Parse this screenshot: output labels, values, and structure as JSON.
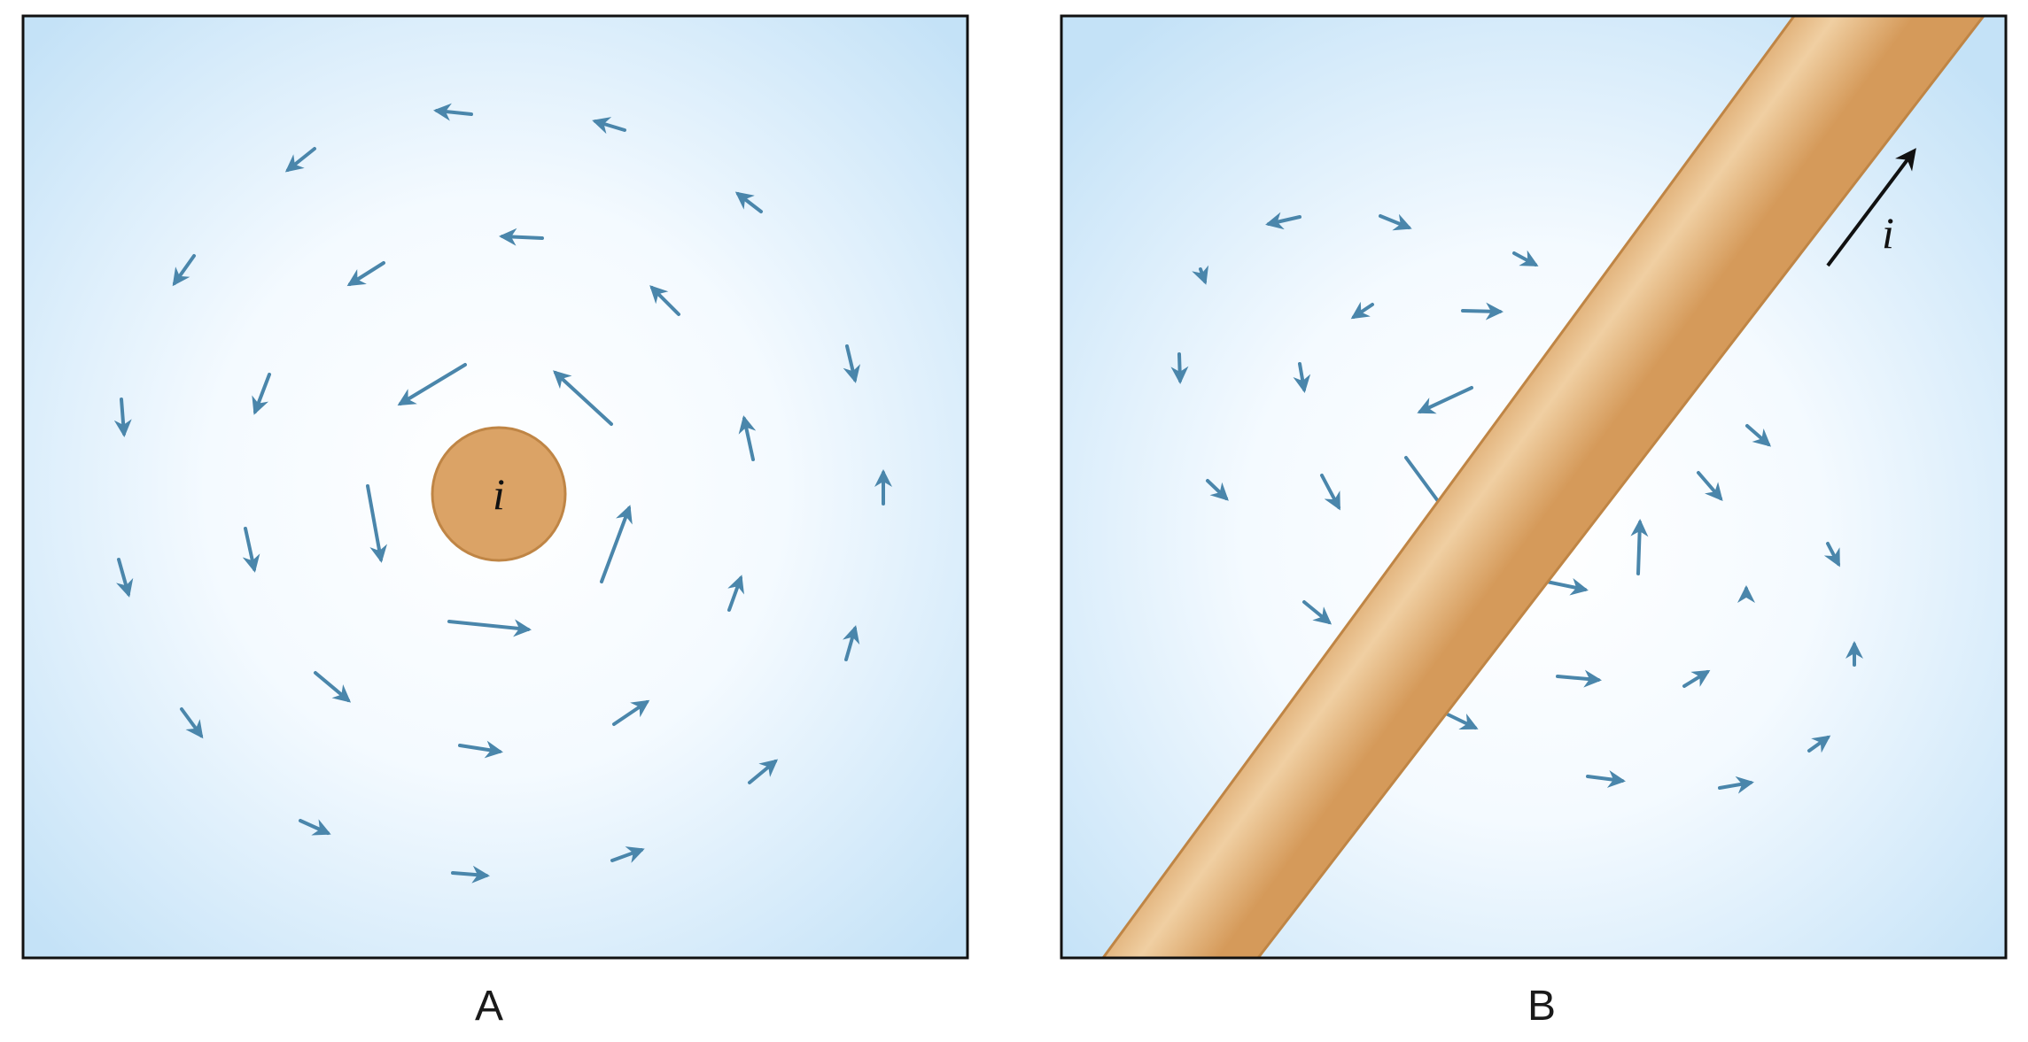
{
  "panels": [
    {
      "id": "A",
      "label": "A",
      "wire_label": "i"
    },
    {
      "id": "B",
      "label": "B",
      "wire_label": "i"
    }
  ],
  "colors": {
    "field_arrow": "#4a86ab",
    "wire": "#dba366",
    "wire_edge": "#bf8545",
    "wire_highlight": "#f0cfa2",
    "background_center": "#ffffff",
    "background_edge": "#c9e5f8",
    "frame": "#111111",
    "current_arrow": "#111111"
  },
  "icons": {
    "field_vector": "arrow-icon",
    "current_direction": "arrow-icon"
  }
}
